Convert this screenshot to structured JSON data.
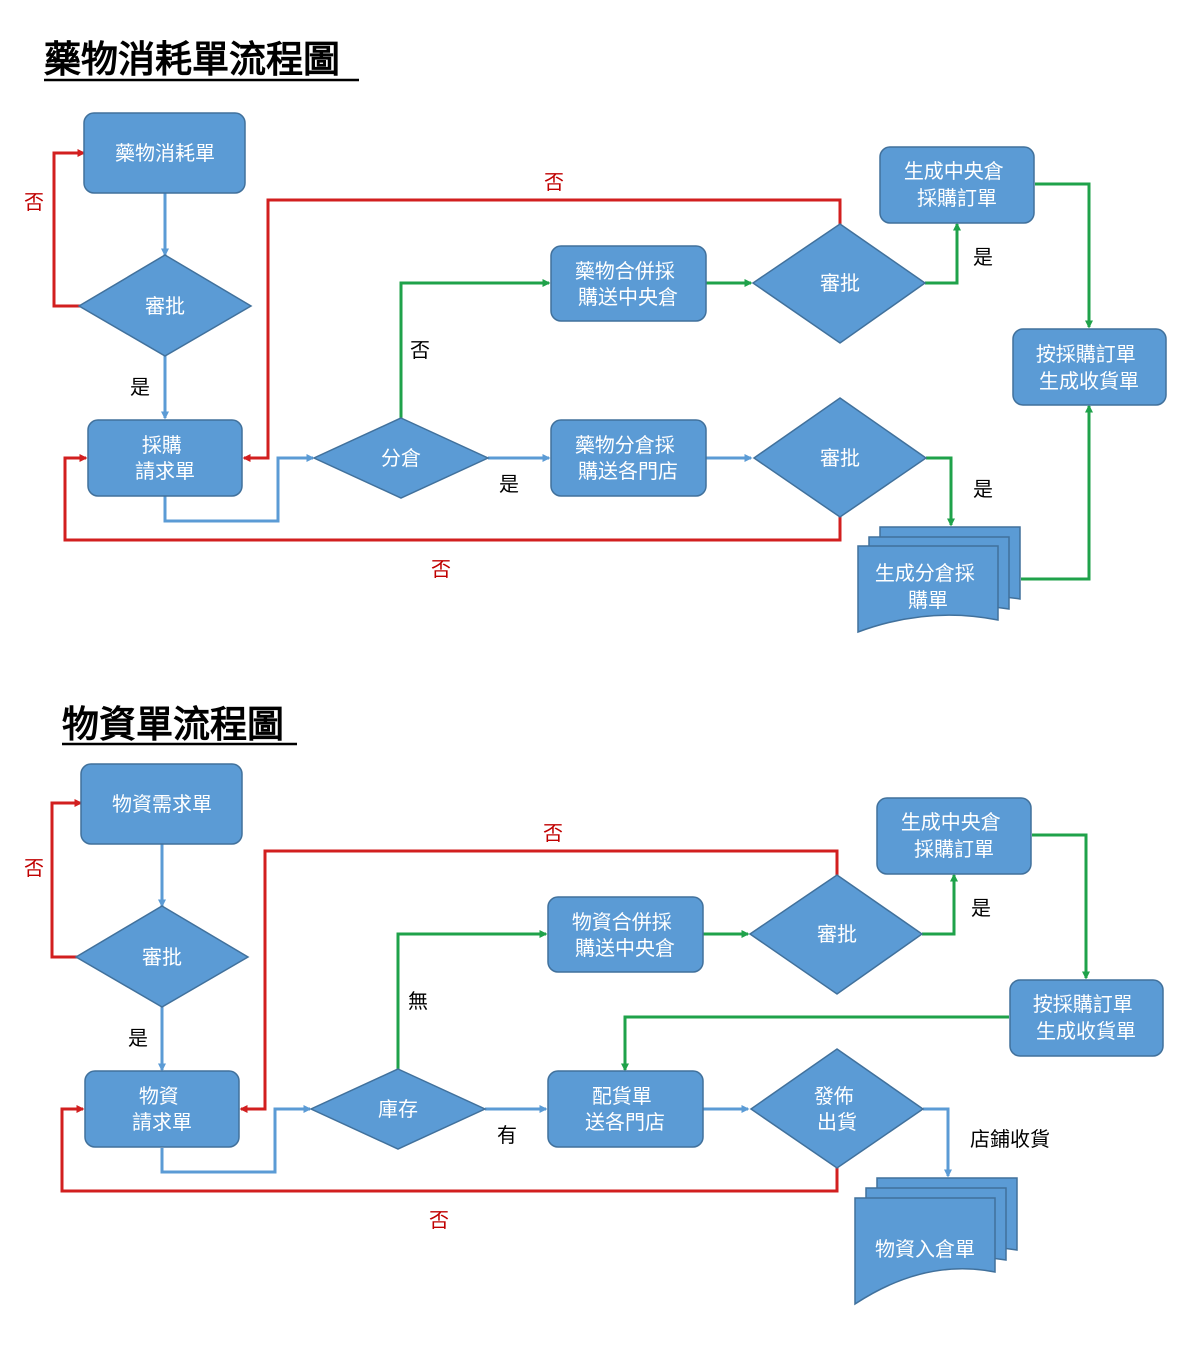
{
  "colors": {
    "node_fill": "#5b9bd5",
    "node_stroke": "#41719c",
    "flow_blue": "#5b9bd5",
    "flow_green": "#1fa24a",
    "flow_red": "#d21f1f",
    "label_red": "#c00000",
    "text_dark": "#000000"
  },
  "diagram1": {
    "title": "藥物消耗單流程圖",
    "nodes": {
      "consume": [
        "藥物消耗單"
      ],
      "approve1": [
        "審批"
      ],
      "request": [
        "採購",
        "請求單"
      ],
      "split": [
        "分倉"
      ],
      "merge": [
        "藥物合併採",
        "購送中央倉"
      ],
      "approve_merge": [
        "審批"
      ],
      "branch": [
        "藥物分倉採",
        "購送各門店"
      ],
      "approve_branch": [
        "審批"
      ],
      "central_po": [
        "生成中央倉",
        "採購訂單"
      ],
      "receipt": [
        "按採購訂單",
        "生成收貨單"
      ],
      "branch_po": [
        "生成分倉採",
        "購單"
      ]
    },
    "labels": {
      "no_left": "否",
      "yes_approve1": "是",
      "no_top": "否",
      "no_split": "否",
      "yes_split": "是",
      "yes_central": "是",
      "yes_branch": "是",
      "no_bottom": "否"
    }
  },
  "diagram2": {
    "title": "物資單流程圖",
    "nodes": {
      "need": [
        "物資需求單"
      ],
      "approve1": [
        "審批"
      ],
      "request": [
        "物資",
        "請求單"
      ],
      "stock": [
        "庫存"
      ],
      "merge": [
        "物資合併採",
        "購送中央倉"
      ],
      "approve_merge": [
        "審批"
      ],
      "dispatch": [
        "配貨單",
        "送各門店"
      ],
      "ship": [
        "發佈",
        "出貨"
      ],
      "central_po": [
        "生成中央倉",
        "採購訂單"
      ],
      "receipt": [
        "按採購訂單",
        "生成收貨單"
      ],
      "warehouse_in": [
        "物資入倉單"
      ]
    },
    "labels": {
      "no_left": "否",
      "yes_approve1": "是",
      "no_top": "否",
      "none_stock": "無",
      "have_stock": "有",
      "yes_central": "是",
      "store_receive": "店鋪收貨",
      "no_bottom": "否"
    }
  }
}
